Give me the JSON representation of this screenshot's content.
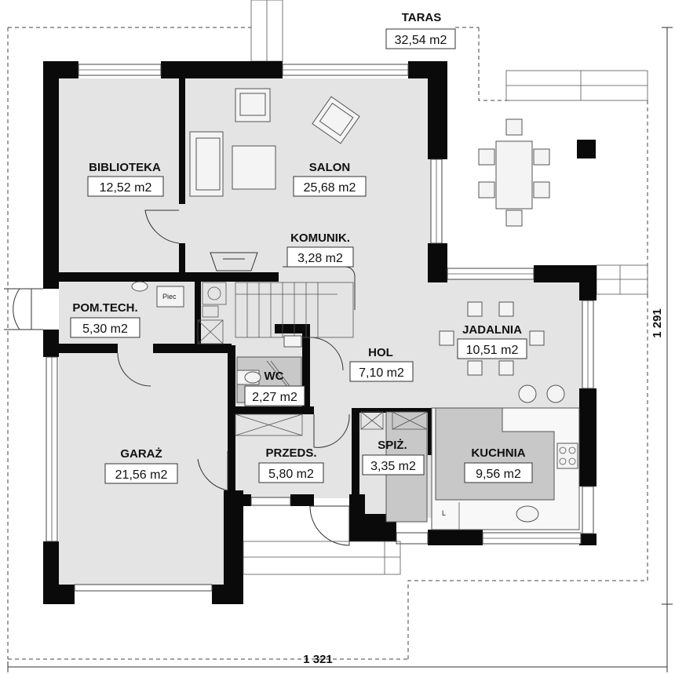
{
  "rooms": {
    "taras": {
      "name": "TARAS",
      "area": "32,54 m2"
    },
    "biblioteka": {
      "name": "BIBLIOTEKA",
      "area": "12,52 m2"
    },
    "salon": {
      "name": "SALON",
      "area": "25,68 m2"
    },
    "komunik": {
      "name": "KOMUNIK.",
      "area": "3,28 m2"
    },
    "pomtech": {
      "name": "POM.TECH.",
      "area": "5,30 m2"
    },
    "jadalnia": {
      "name": "JADALNIA",
      "area": "10,51 m2"
    },
    "hol": {
      "name": "HOL",
      "area": "7,10 m2"
    },
    "wc": {
      "name": "WC",
      "area": "2,27 m2"
    },
    "garaz": {
      "name": "GARAŻ",
      "area": "21,56 m2"
    },
    "przeds": {
      "name": "PRZEDS.",
      "area": "5,80 m2"
    },
    "spiz": {
      "name": "SPIŻ.",
      "area": "3,35 m2"
    },
    "kuchnia": {
      "name": "KUCHNIA",
      "area": "9,56 m2"
    }
  },
  "fixtures": {
    "piec": "Piec",
    "lodowka": "L"
  },
  "dimensions": {
    "width": "1 321",
    "height": "1 291"
  },
  "colors": {
    "wall": "#0a0a0a",
    "floor": "#e4e4e4",
    "kitchen_island": "#c8c8c8",
    "background": "#ffffff"
  }
}
